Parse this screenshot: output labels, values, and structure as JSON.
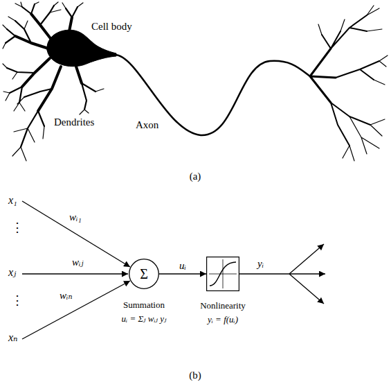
{
  "diagram": {
    "nodes": [
      {
        "text": [
          "Σ",
          "Summation",
          "uᵢ = Σⱼ wᵢⱼ yⱼ"
        ]
      },
      {
        "text": [
          "Nonlinearity",
          "yᵢ = f(uᵢ)"
        ]
      }
    ],
    "edges": [
      {
        "from": 0,
        "to": 1,
        "arrow": "to",
        "label": "uᵢ"
      }
    ],
    "labels": [
      "Cell body",
      "Dendrites",
      "Axon",
      "(a)",
      "x₁",
      "⋮",
      "xⱼ",
      "⋮",
      "xₙ",
      "wᵢ₁",
      "wᵢⱼ",
      "wᵢₙ",
      "yᵢ",
      "(b)"
    ]
  }
}
